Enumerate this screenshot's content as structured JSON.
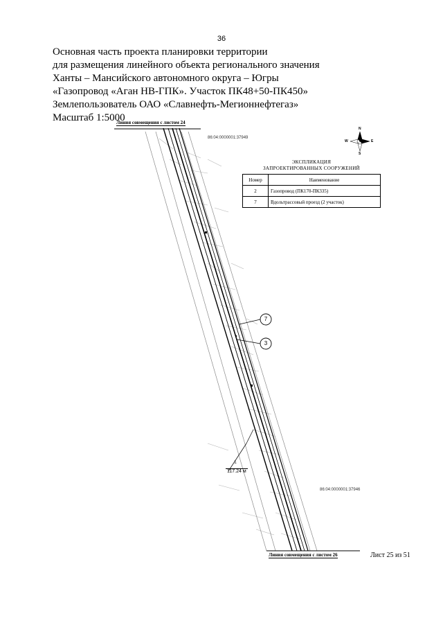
{
  "page_number": "36",
  "title_lines": [
    "Основная часть проекта планировки территории",
    "для размещения линейного объекта регионального значения",
    "Ханты – Мансийского автономного округа – Югры",
    "«Газопровод «Аган НВ-ГПК». Участок ПК48+50-ПК450»",
    "Землепользователь ОАО «Славнефть-Мегионнефтегаз»",
    "Масштаб 1:5000"
  ],
  "map": {
    "join_top": "Линия совмещения с листом 24",
    "join_bottom": "Линия совмещения с листом 26",
    "cadastral_top": "86:04:0000001:37949",
    "cadastral_bottom": "86:04:0000001:37946",
    "callouts": [
      "7",
      "3"
    ],
    "dimension_value": "117.24 м",
    "dimension_mark": "1",
    "compass": {
      "n": "N",
      "s": "S",
      "w": "W",
      "e": "E"
    }
  },
  "legend": {
    "title_line1": "ЭКСПЛИКАЦИЯ",
    "title_line2": "ЗАПРОЕКТИРОВАННЫХ СООРУЖЕНИЙ",
    "header": {
      "number": "Номер",
      "name": "Наименование"
    },
    "rows": [
      {
        "number": "2",
        "name": "Газопровод (ПК170-ПК335)"
      },
      {
        "number": "7",
        "name": "Вдольтрассовый проезд (2 участок)"
      }
    ]
  },
  "sheet_label": "Лист 25 из 51"
}
